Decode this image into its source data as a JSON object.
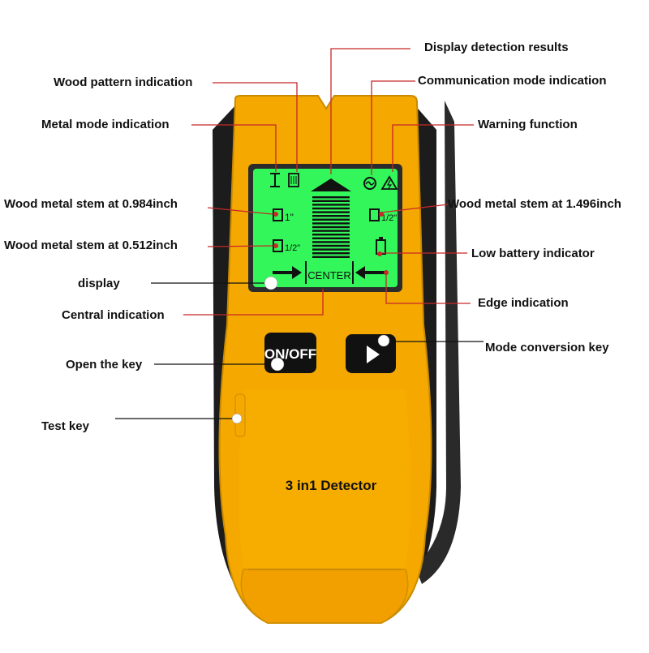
{
  "device": {
    "onoff_label": "ON/OFF",
    "product_name": "3 in1 Detector",
    "center_label": "CENTER",
    "wood_mark_1": "1\"",
    "wood_mark_2": "1/2\"",
    "right_mark": "1/2\"",
    "colors": {
      "body": "#f5a800",
      "body_dark": "#1c1c1c",
      "screen": "#33f75a",
      "leader_line": "#c62828"
    }
  },
  "labels": {
    "display_detection_results": "Display detection results",
    "wood_pattern_indication": "Wood pattern indication",
    "communication_mode_indication": "Communication mode indication",
    "metal_mode_indication": "Metal mode indication",
    "warning_function": "Warning function",
    "wood_metal_stem_0984": "Wood metal stem at 0.984inch",
    "wood_metal_stem_1496": "Wood metal stem at 1.496inch",
    "wood_metal_stem_0512": "Wood metal stem at 0.512inch",
    "low_battery_indicator": "Low battery indicator",
    "display": "display",
    "edge_indication": "Edge indication",
    "central_indication": "Central indication",
    "mode_conversion_key": "Mode conversion key",
    "open_the_key": "Open the key",
    "test_key": "Test key"
  }
}
